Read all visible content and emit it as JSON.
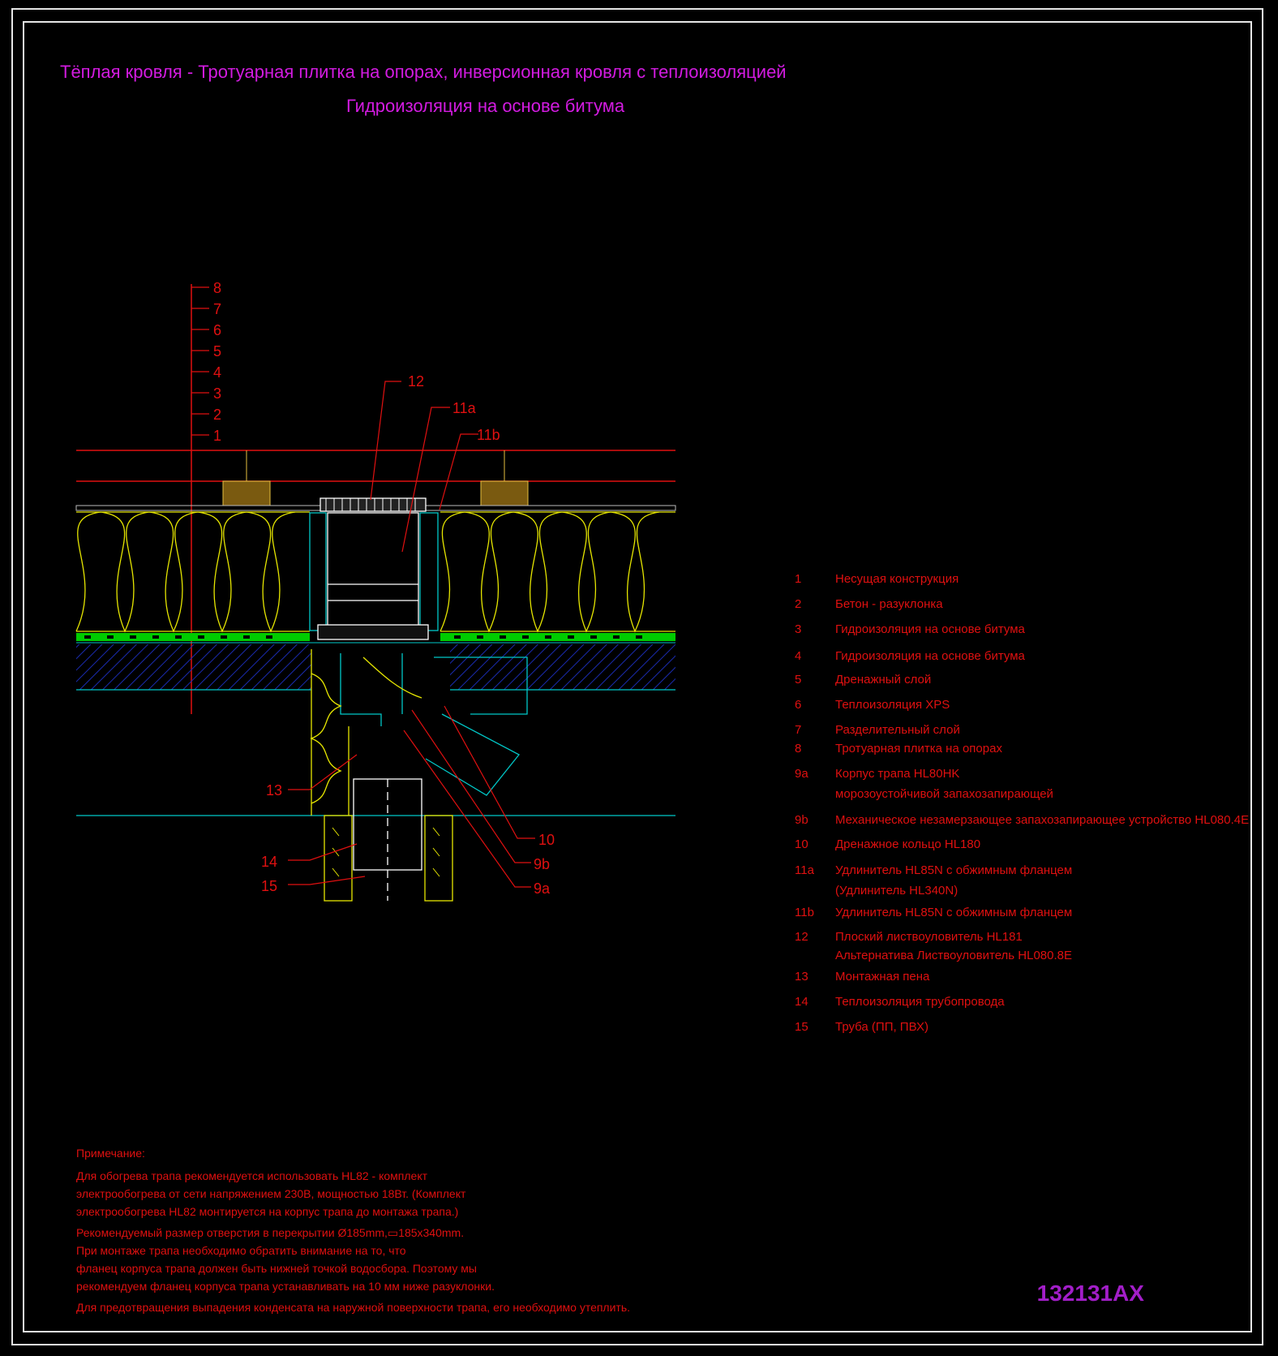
{
  "title": {
    "line1": "Тёплая кровля - Тротуарная плитка на опорах, инверсионная кровля с теплоизоляцией",
    "line2": "Гидроизоляция на основе битума"
  },
  "drawing_code": "132131AX",
  "layer_numbers": [
    "8",
    "7",
    "6",
    "5",
    "4",
    "3",
    "2",
    "1"
  ],
  "callouts": {
    "c12": "12",
    "c11a": "11a",
    "c11b": "11b",
    "c13": "13",
    "c14": "14",
    "c15": "15",
    "c10": "10",
    "c9b": "9b",
    "c9a": "9a"
  },
  "colors": {
    "frame": "#e6e6e6",
    "title": "#d21be0",
    "label": "#e01010",
    "insulation": "#e6e600",
    "membrane": "#00cc00",
    "concrete_hatch": "#1a2bb0",
    "cyan": "#00c8c8",
    "code": "#a21ec8"
  },
  "legend": [
    {
      "num": "1",
      "text": "Несущая конструкция"
    },
    {
      "num": "2",
      "text": "Бетон - разуклонка"
    },
    {
      "num": "3",
      "text": "Гидроизоляция на основе битума"
    },
    {
      "num": "4",
      "text": "Гидроизоляция на основе битума"
    },
    {
      "num": "5",
      "text": "Дренажный слой"
    },
    {
      "num": "6",
      "text": "Теплоизоляция XPS"
    },
    {
      "num": "7",
      "text": "Разделительный слой"
    },
    {
      "num": "8",
      "text": "Тротуарная плитка на опорах"
    },
    {
      "num": "9a",
      "text": "Корпус трапа HL80HK"
    },
    {
      "num": "",
      "text": "морозоустойчивой запахозапирающей"
    },
    {
      "num": "9b",
      "text": "Механическое незамерзающее запахозапирающее устройство HL080.4E"
    },
    {
      "num": "10",
      "text": "Дренажное кольцо HL180"
    },
    {
      "num": "11a",
      "text": "Удлинитель HL85N с обжимным фланцем"
    },
    {
      "num": "",
      "text": "(Удлинитель HL340N)"
    },
    {
      "num": "11b",
      "text": "Удлинитель HL85N с обжимным фланцем"
    },
    {
      "num": "12",
      "text": "Плоский листвоуловитель HL181"
    },
    {
      "num": "",
      "text": "Альтернатива Листвоуловитель HL080.8E"
    },
    {
      "num": "13",
      "text": "Монтажная пена"
    },
    {
      "num": "14",
      "text": "Теплоизоляция трубопровода"
    },
    {
      "num": "15",
      "text": "Труба (ПП, ПВХ)"
    }
  ],
  "note": {
    "heading": "Примечание:",
    "lines": [
      "Для обогрева трапа рекомендуется использовать HL82 - комплект",
      "электрообогрева от сети напряжением 230В, мощностью 18Вт. (Комплект",
      "электрообогрева HL82 монтируется на корпус трапа до монтажа трапа.)",
      "Рекомендуемый размер отверстия в перекрытии Ø185mm,▭185x340mm.",
      "При монтаже трапа необходимо обратить внимание на то, что",
      "фланец корпуса трапа должен быть нижней точкой водосбора. Поэтому мы",
      "рекомендуем фланец корпуса трапа устанавливать на 10 мм ниже разуклонки.",
      "Для предотвращения выпадения конденсата на наружной поверхности трапа, его необходимо утеплить."
    ]
  }
}
